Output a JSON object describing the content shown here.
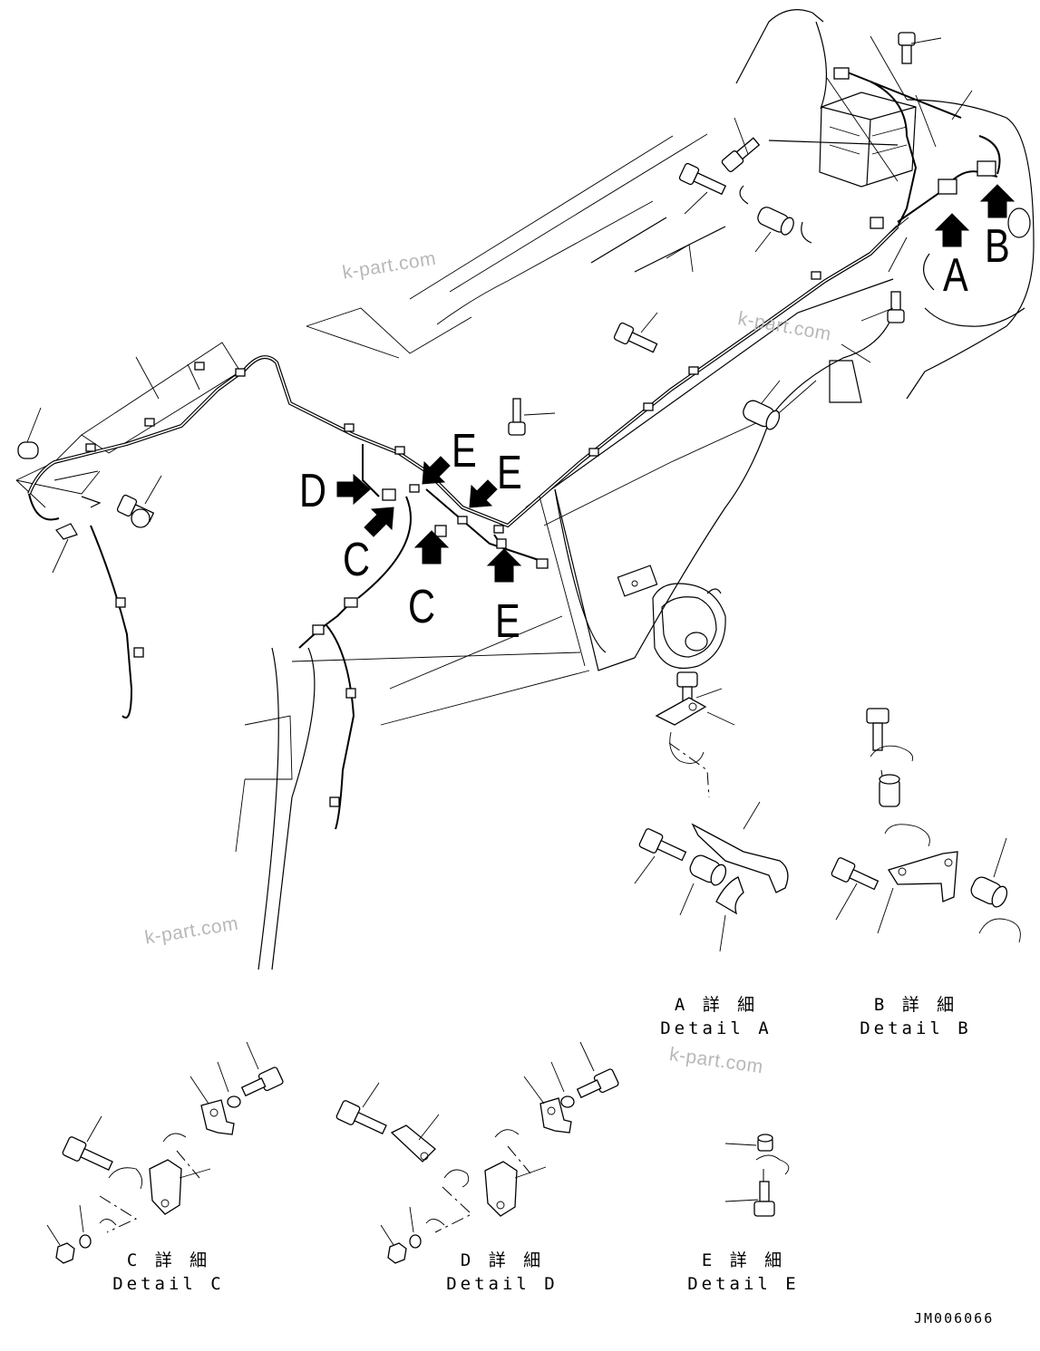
{
  "labels": {
    "A": "A",
    "B": "B",
    "C": "C",
    "D": "D",
    "E": "E"
  },
  "captions": {
    "detail_a": {
      "jp": "A 詳 細",
      "en": "Detail A"
    },
    "detail_b": {
      "jp": "B 詳 細",
      "en": "Detail B"
    },
    "detail_c": {
      "jp": "C 詳 細",
      "en": "Detail C"
    },
    "detail_d": {
      "jp": "D 詳 細",
      "en": "Detail D"
    },
    "detail_e": {
      "jp": "E 詳 細",
      "en": "Detail E"
    }
  },
  "watermark": "k-part.com",
  "drawing_code": "JM006066"
}
